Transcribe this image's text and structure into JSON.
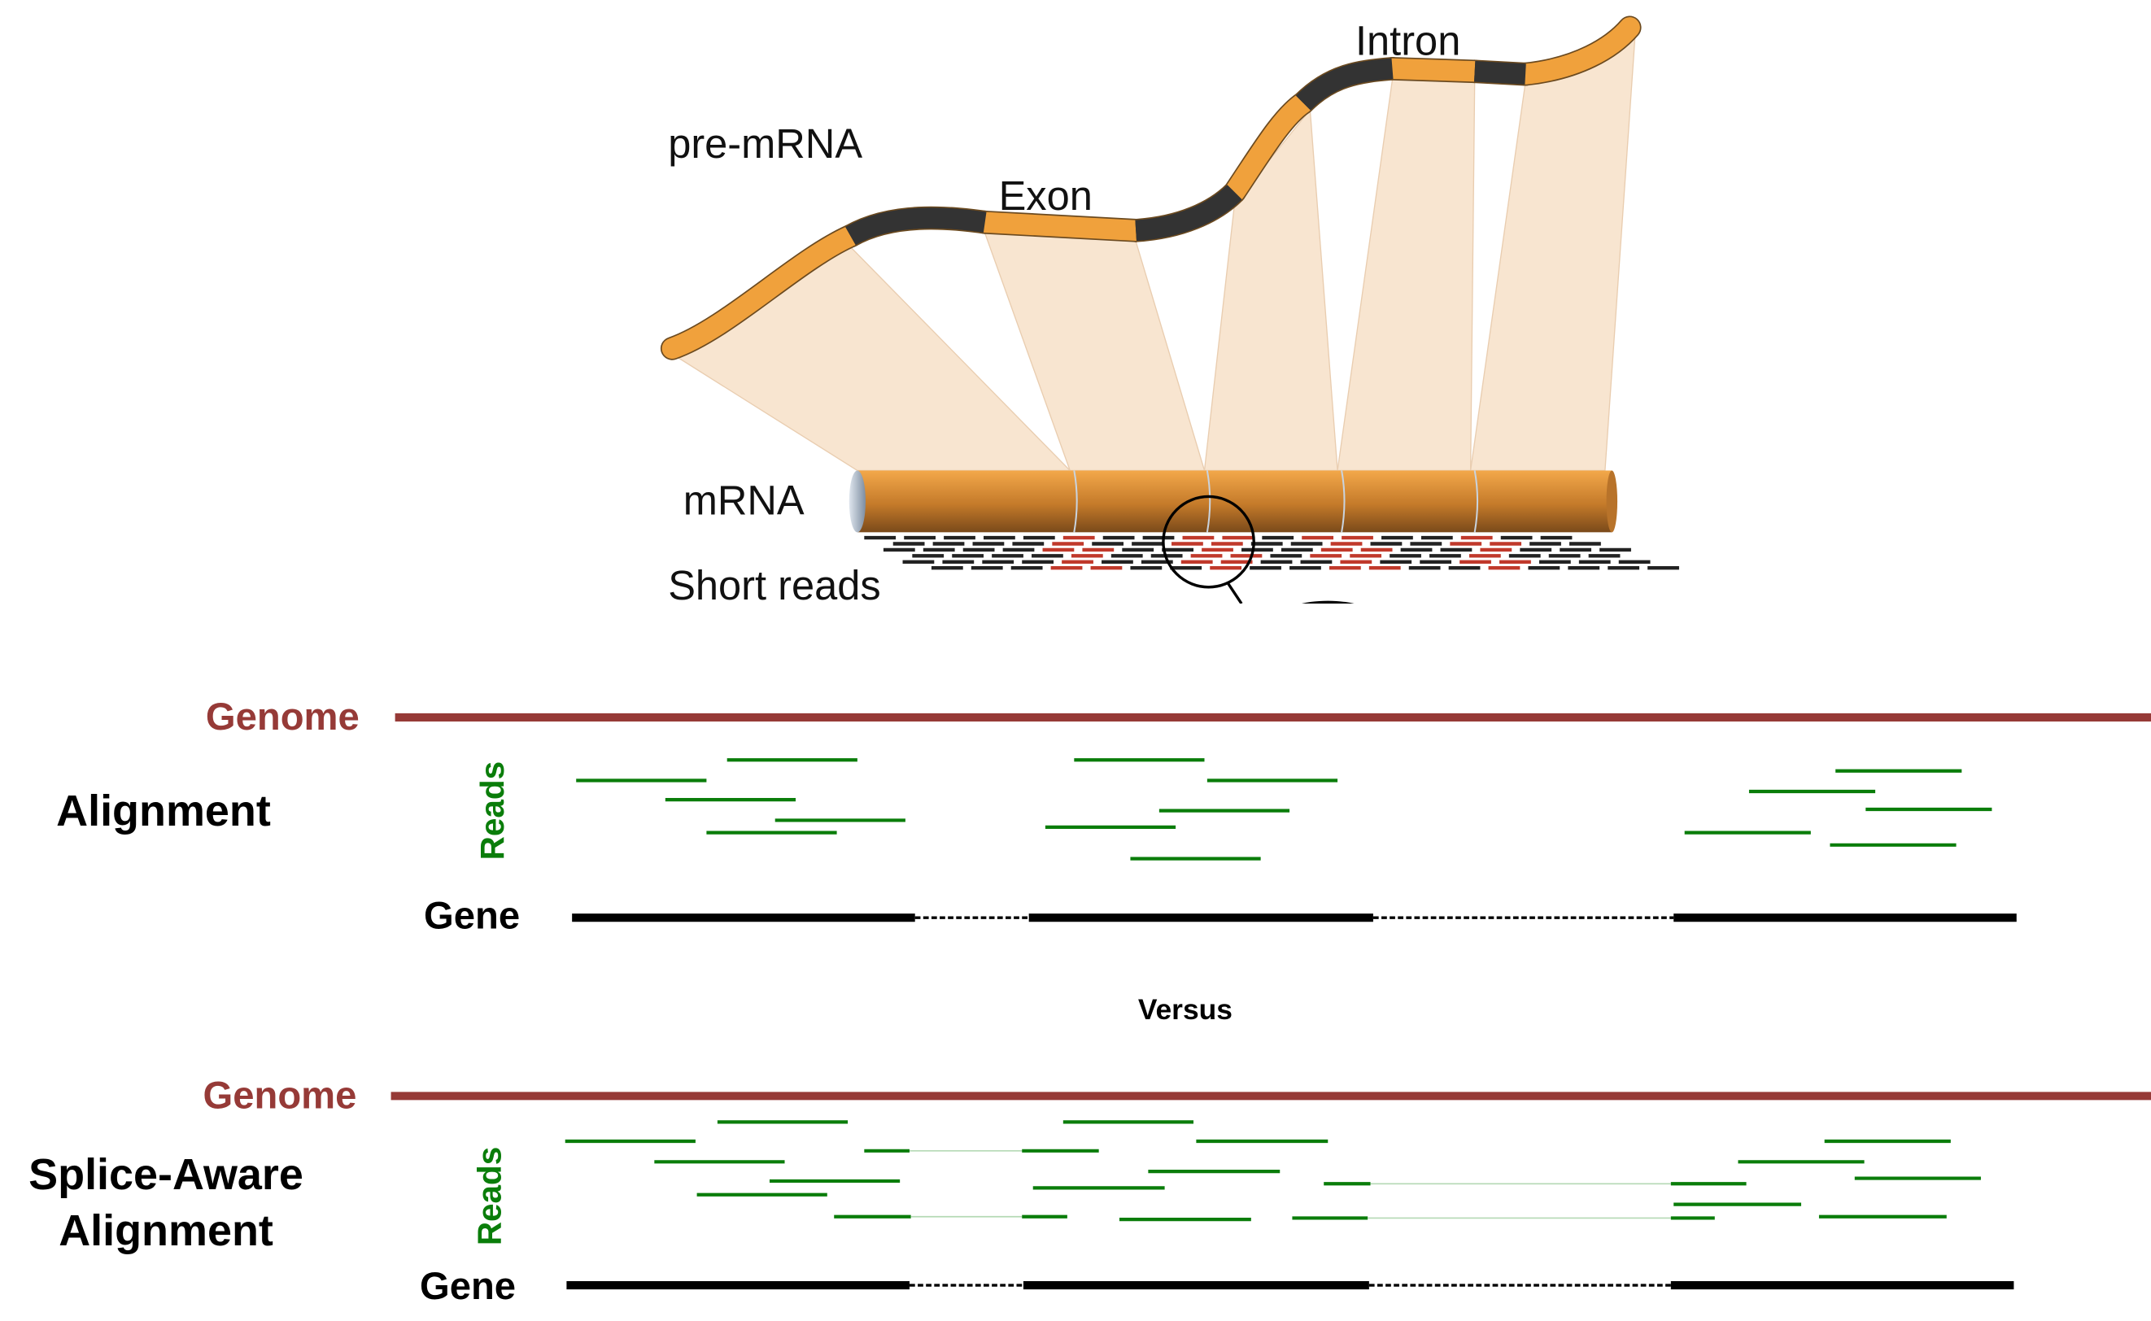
{
  "top_diagram": {
    "pre_mrna_label": "pre-mRNA",
    "exon_label": "Exon",
    "intron_label": "Intron",
    "mrna_label": "mRNA",
    "short_reads_label": "Short reads"
  },
  "alignment_panel": {
    "genome_label": "Genome",
    "title": "Alignment",
    "reads_label": "Reads",
    "gene_label": "Gene"
  },
  "versus_label": "Versus",
  "splice_aware_panel": {
    "genome_label": "Genome",
    "title_line1": "Splice-Aware",
    "title_line2": "Alignment",
    "reads_label": "Reads",
    "gene_label": "Gene"
  },
  "colors": {
    "exon": "#f0a13c",
    "intron": "#333333",
    "fan": "#f8e5d0",
    "genome": "#963a37",
    "reads": "#0a7d0a",
    "gene": "#000000",
    "short_read_highlight": "#c0392b"
  }
}
